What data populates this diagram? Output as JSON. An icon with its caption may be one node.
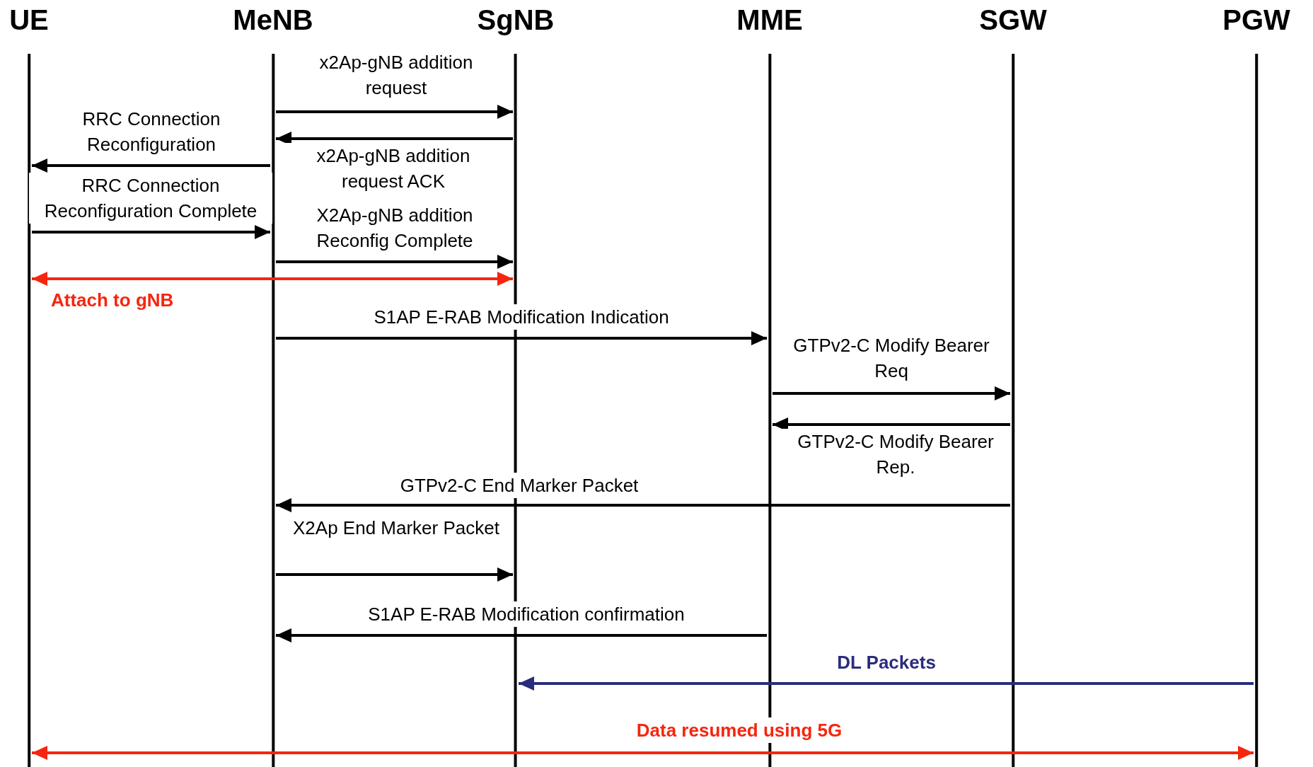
{
  "diagram": {
    "nodes": [
      {
        "text": [
          "UE"
        ]
      },
      {
        "text": [
          "MeNB"
        ]
      },
      {
        "text": [
          "SgNB"
        ]
      },
      {
        "text": [
          "MME"
        ]
      },
      {
        "text": [
          "SGW"
        ]
      },
      {
        "text": [
          "PGW"
        ]
      }
    ],
    "edges": [
      {
        "from": 1,
        "to": 2,
        "arrow": "to",
        "label": "x2Ap-gNB addition request"
      },
      {
        "from": 2,
        "to": 1,
        "arrow": "to",
        "label": "x2Ap-gNB addition request ACK"
      },
      {
        "from": 1,
        "to": 0,
        "arrow": "to",
        "label": "RRC Connection Reconfiguration"
      },
      {
        "from": 0,
        "to": 1,
        "arrow": "to",
        "label": "RRC Connection Reconfiguration Complete"
      },
      {
        "from": 1,
        "to": 2,
        "arrow": "to",
        "label": "X2Ap-gNB addition Reconfig Complete"
      },
      {
        "from": 0,
        "to": 2,
        "arrow": "both",
        "label": "Attach to gNB",
        "color": "#f5260f"
      },
      {
        "from": 1,
        "to": 3,
        "arrow": "to",
        "label": "S1AP E-RAB Modification Indication"
      },
      {
        "from": 3,
        "to": 4,
        "arrow": "to",
        "label": "GTPv2-C Modify Bearer Req"
      },
      {
        "from": 4,
        "to": 3,
        "arrow": "to",
        "label": "GTPv2-C Modify Bearer Rep."
      },
      {
        "from": 4,
        "to": 1,
        "arrow": "to",
        "label": "GTPv2-C End Marker Packet"
      },
      {
        "from": 1,
        "to": 2,
        "arrow": "to",
        "label": "X2Ap End Marker Packet"
      },
      {
        "from": 3,
        "to": 1,
        "arrow": "to",
        "label": "S1AP E-RAB Modification confirmation"
      },
      {
        "from": 5,
        "to": 2,
        "arrow": "to",
        "label": "DL Packets",
        "color": "#2a2d7c"
      },
      {
        "from": 0,
        "to": 5,
        "arrow": "both",
        "label": "Data resumed using 5G",
        "color": "#f5260f"
      }
    ]
  }
}
